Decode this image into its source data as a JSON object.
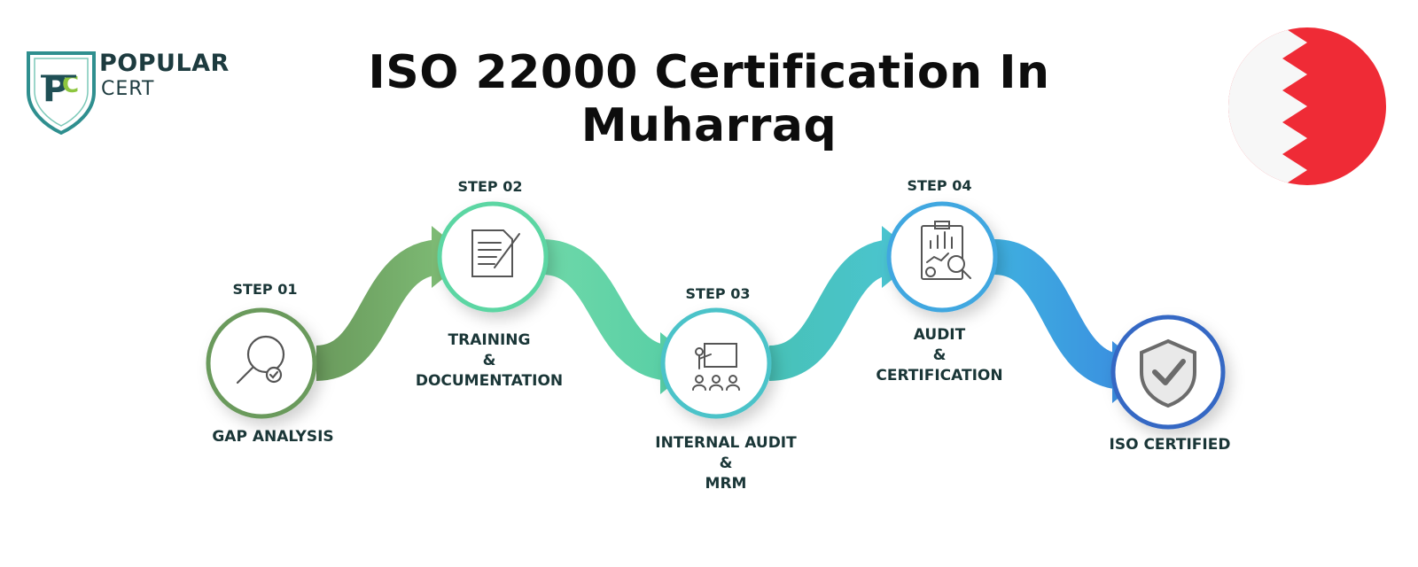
{
  "header": {
    "title": "ISO 22000 Certification In Muharraq"
  },
  "logo": {
    "line1": "POPULAR",
    "line2": "CERT",
    "monogram": "PC"
  },
  "flag": {
    "icon": "bahrain-flag-icon",
    "colors": [
      "#ef2b36",
      "#ffffff"
    ]
  },
  "steps": [
    {
      "step": "STEP 01",
      "name_lines": [
        "GAP ANALYSIS"
      ],
      "icon": "magnifier-check-icon",
      "color": "#6a9a5c"
    },
    {
      "step": "STEP 02",
      "name_lines": [
        "TRAINING",
        "&",
        "DOCUMENTATION"
      ],
      "icon": "document-pencil-icon",
      "color": "#5cd6a3"
    },
    {
      "step": "STEP 03",
      "name_lines": [
        "INTERNAL AUDIT",
        "&",
        "MRM"
      ],
      "icon": "presentation-board-icon",
      "color": "#4cc3c9"
    },
    {
      "step": "STEP 04",
      "name_lines": [
        "AUDIT",
        "&",
        "CERTIFICATION"
      ],
      "icon": "report-analysis-icon",
      "color": "#3fa7e0"
    },
    {
      "step": "",
      "name_lines": [
        "ISO CERTIFIED"
      ],
      "icon": "shield-check-icon",
      "color": "#3468c4"
    }
  ]
}
